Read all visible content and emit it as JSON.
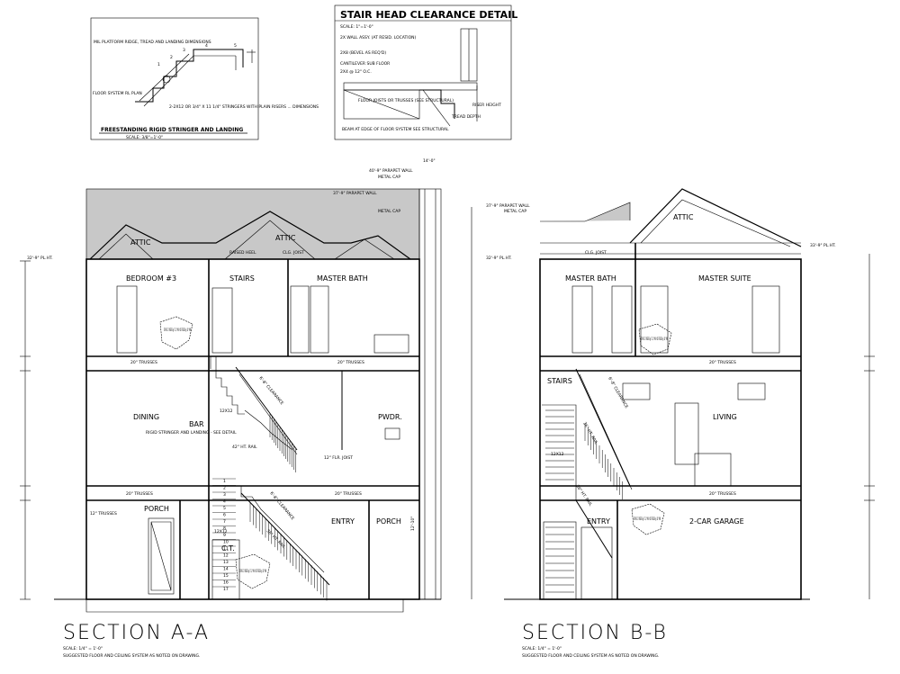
{
  "detail_freestanding": {
    "note_top": "MIL PLATFORM RIDGE, TREAD AND LANDING DIMENSIONS",
    "note_floor": "FLOOR SYSTEM RL PLAN",
    "note_stringers": "2-2X12 OR 3/4\" X 11 1/4\" STRINGERS WITH PLAIN RISERS ... DIMENSIONS",
    "step_numbers": [
      "1",
      "2",
      "3",
      "4",
      "5"
    ],
    "title": "FREESTANDING RIGID STRINGER AND LANDING",
    "scale": "SCALE: 3/8\"=1'-0\""
  },
  "detail_stair_head": {
    "title": "STAIR HEAD CLEARANCE DETAIL",
    "scale": "SCALE: 1\"=1'-0\"",
    "notes": [
      "2X WALL ASSY. (AT RESID. LOCATION)",
      "2X8 (BEVEL AS REQ'D)",
      "CANTILEVER SUB FLOOR",
      "2X4 @ 12\" O.C.",
      "FLOOR JOISTS OR TRUSSES (SEE STRUCTURAL)",
      "BEAM AT EDGE OF FLOOR SYSTEM SEE STRUCTURAL"
    ],
    "riser_height": "RISER HEIGHT",
    "tread_depth": "TREAD DEPTH"
  },
  "section_a": {
    "title": "SECTION A-A",
    "scale": "SCALE: 1/4\" = 1'-0\"",
    "note": "SUGGESTED FLOOR AND CEILING SYSTEM AS NOTED ON DRAWING.",
    "rooms": {
      "attic_left": "ATTIC",
      "attic_right": "ATTIC",
      "bedroom": "BEDROOM #3",
      "stairs": "STAIRS",
      "master_bath": "MASTER BATH",
      "dining": "DINING",
      "bar": "BAR",
      "pwdr": "PWDR.",
      "porch_left": "PORCH",
      "entry": "ENTRY",
      "porch_right": "PORCH",
      "ct": "C.T."
    },
    "labels": {
      "plate_top": "32'-9\" PL.HT.",
      "parapet_wall": "40'-9\" PARAPET WALL",
      "parapet_wall_2": "37'-9\" PARAPET WALL",
      "metal_cap": "METAL CAP",
      "raised_heel": "RAISED HEEL",
      "clg_joist": "CLG. JOIST",
      "trusses_upper": "20\" TRUSSES",
      "trusses_lower": "20\" TRUSSES",
      "trusses_mid": "12\" TRUSSES",
      "rail_42": "42\" HT. RAIL",
      "rail_36": "36\" HT. RAIL",
      "clearance": "6'-8\" CLEARANCE",
      "flr_joist": "12\" FLR. JOIST",
      "landing": "RIGID STRINGER AND LANDING - SEE DETAIL",
      "landing_box": "12X12",
      "width_top": "14'-0\"",
      "dim_left": "12'-10\"",
      "dim_porch": "12'-10\""
    },
    "stamps": [
      "STAIRS 17 RISERS @ 7 1/2\" MAX 16 TREADS @ 10\" MIN",
      "STAIRS 17 RISERS @ 7 1/2\" MAX 16 TREADS @ 10\" MIN"
    ],
    "step_numbers": [
      "1",
      "2",
      "3",
      "4",
      "5",
      "6",
      "7",
      "8",
      "9",
      "10",
      "11",
      "12",
      "13",
      "14",
      "15",
      "16",
      "17"
    ]
  },
  "section_b": {
    "title": "SECTION B-B",
    "scale": "SCALE: 1/4\" = 1'-0\"",
    "note": "SUGGESTED FLOOR AND CEILING SYSTEM AS NOTED ON DRAWING.",
    "rooms": {
      "attic": "ATTIC",
      "master_bath": "MASTER BATH",
      "master_suite": "MASTER SUITE",
      "stairs": "STAIRS",
      "living": "LIVING",
      "entry": "ENTRY",
      "garage": "2-CAR GARAGE"
    },
    "labels": {
      "parapet_wall": "37'-9\" PARAPET WALL",
      "metal_cap": "METAL CAP",
      "plate_top": "32'-9\" PL.HT.",
      "plate_right": "33'-9\" PL.HT.",
      "clg_joist": "CLG. JOIST",
      "trusses_upper": "20\" TRUSSES",
      "trusses_lower": "20\" TRUSSES",
      "rail_36": "36\" HT. RAIL",
      "clearance": "6'-8\" CLEARANCE",
      "landing_box": "12X12"
    },
    "stamps": [
      "STAIRS 17 RISERS @ 7 1/2\" MAX 16 TREADS @ 10\" MIN",
      "STAIRS 17 RISERS @ 7 1/2\" MAX 16 TREADS @ 10\" MIN"
    ]
  }
}
